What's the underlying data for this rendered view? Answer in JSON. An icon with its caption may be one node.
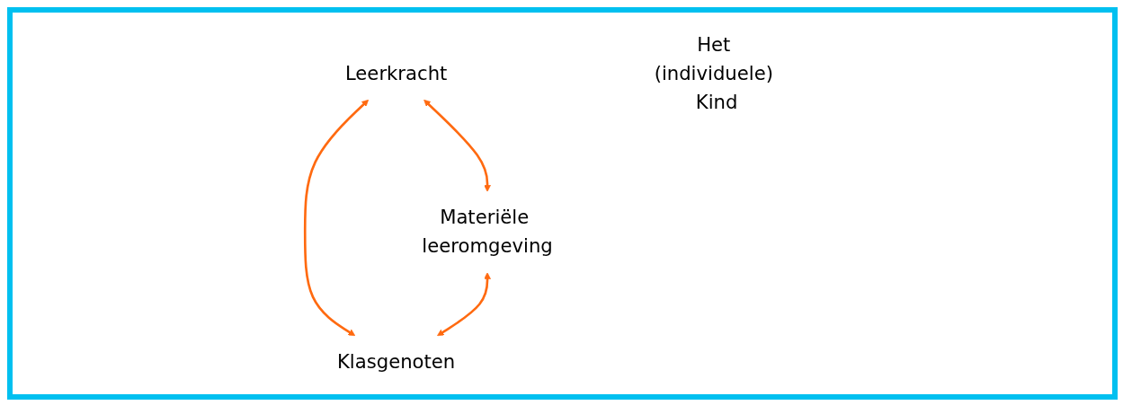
{
  "diagram": {
    "nodes": [
      {
        "text": [
          "Leerkracht"
        ]
      },
      {
        "text": [
          "Het (individuele) Kind"
        ]
      },
      {
        "text": [
          "Materiële leeromgeving"
        ]
      },
      {
        "text": [
          "Klasgenoten"
        ]
      }
    ],
    "edges": [
      {
        "from": 0,
        "to": 2,
        "arrow": "both"
      },
      {
        "from": 0,
        "to": 3,
        "arrow": "both"
      },
      {
        "from": 2,
        "to": 3,
        "arrow": "both"
      }
    ]
  }
}
